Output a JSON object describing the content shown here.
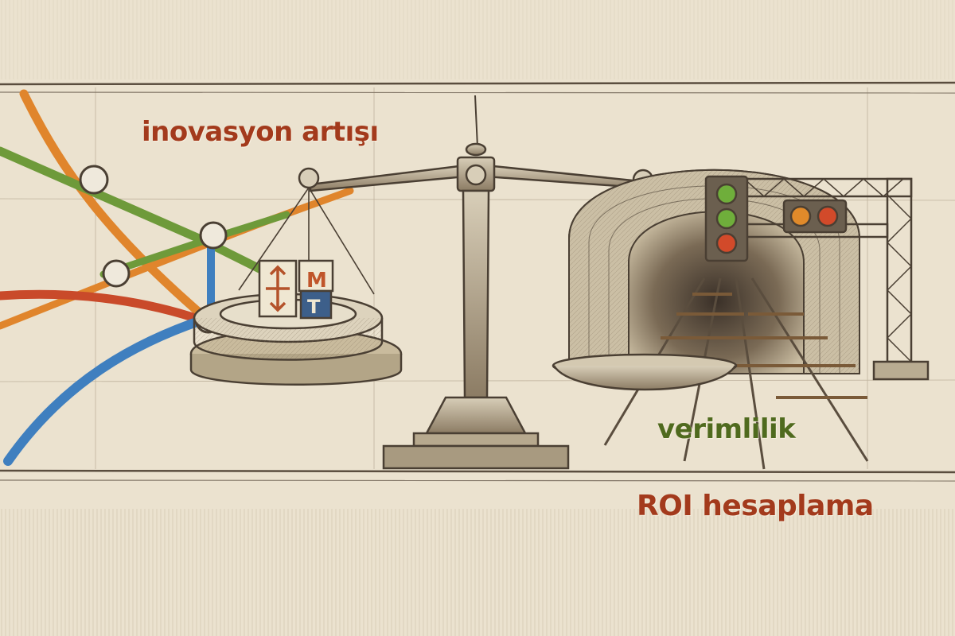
{
  "labels": {
    "innovation": "inovasyon artışı",
    "efficiency": "verimlilik",
    "roi": "ROI hesaplama"
  },
  "metro_logo": {
    "letter_top": "M",
    "letter_bottom": "T"
  },
  "colors": {
    "paper": "#ebe2cf",
    "ink": "#4a3f33",
    "label_red": "#a33a1c",
    "label_green": "#4f6a1e",
    "line_orange": "#e0852c",
    "line_green": "#6e9a3a",
    "line_blue": "#3f7fbf",
    "line_red": "#c94a2a",
    "signal_green": "#6fae3b",
    "signal_red": "#d24a2a",
    "signal_amber": "#e08a2a"
  },
  "icons": [
    "metro-map",
    "balance-scale",
    "metro-station",
    "railway-tunnel",
    "traffic-signal",
    "signal-gantry"
  ]
}
